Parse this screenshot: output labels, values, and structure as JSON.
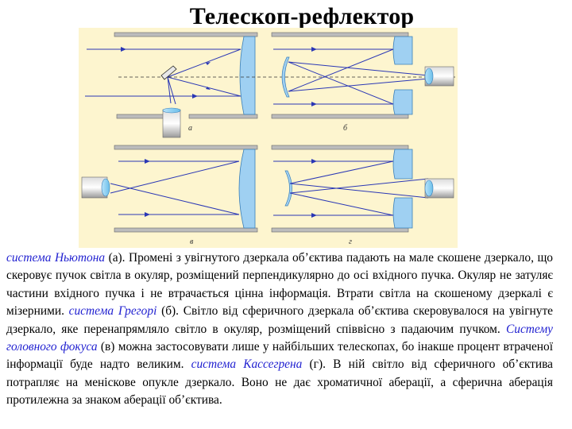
{
  "title": "Телескоп-рефлектор",
  "figure": {
    "labels": {
      "a": "а",
      "b": "б",
      "c": "в",
      "d": "г"
    },
    "colors": {
      "panel": "#fdf5cf",
      "mirror": "#9fd0f2",
      "ray": "#2a37b5",
      "tube": "#a0a0a0"
    }
  },
  "text": {
    "t1_kw": "система Ньютона",
    "t1": " (а). Промені з увігнутого дзеркала об’єктива падають на мале скошене дзеркало, що скеровує пучок світла в окуляр, розміщений перпендикулярно до осі вхідного пучка. Окуляр не затуляє частини вхідного пучка і не втрачається цінна інформація. Втрати світла на скошеному дзеркалі є мізерними. ",
    "t2_kw": "система Грегорі",
    "t2": " (б). Світло від сферичного дзеркала об’єктива скеровувалося на увігнуте дзеркало, яке перенапрямляло світло в окуляр, розміщений співвісно з падаючим пучком. ",
    "t3_kw": "Систему головного фокуса",
    "t3": " (в) можна застосовувати лише у найбільших телескопах, бо інакше процент втраченої інформації буде надто великим. ",
    "t4_kw": "система Кассегрена",
    "t4": " (г). В ній світло від сферичного об’єктива потрапляє на меніскове опукле дзеркало. Воно не дає хроматичної аберації, а сферична аберація протилежна за знаком аберації об’єктива."
  }
}
